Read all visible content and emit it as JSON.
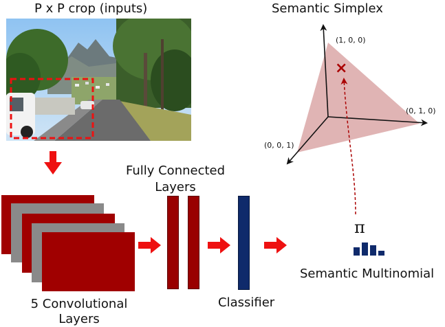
{
  "labels": {
    "crop_title": "P x P crop (inputs)",
    "simplex_title": "Semantic Simplex",
    "fc_title_line1": "Fully Connected",
    "fc_title_line2": "Layers",
    "conv_line1": "5 Convolutional",
    "conv_line2": "Layers",
    "classifier": "Classifier",
    "multinomial": "Semantic Multinomial",
    "pi": "π"
  },
  "simplex": {
    "vertex_top": "(1, 0, 0)",
    "vertex_right": "(0, 1, 0)",
    "vertex_left": "(0, 0, 1)",
    "marker": "×",
    "fill_color": "#dba7a7",
    "marker_color": "#aa0000"
  },
  "colors": {
    "conv_red": "#a00000",
    "conv_gray": "#8a8a8a",
    "fc": "#990000",
    "classifier": "#0f2a6b",
    "arrow": "#ee1111",
    "crop_box": "#ee1111"
  },
  "multinomial_bars": [
    0.55,
    0.85,
    0.7,
    0.3
  ]
}
